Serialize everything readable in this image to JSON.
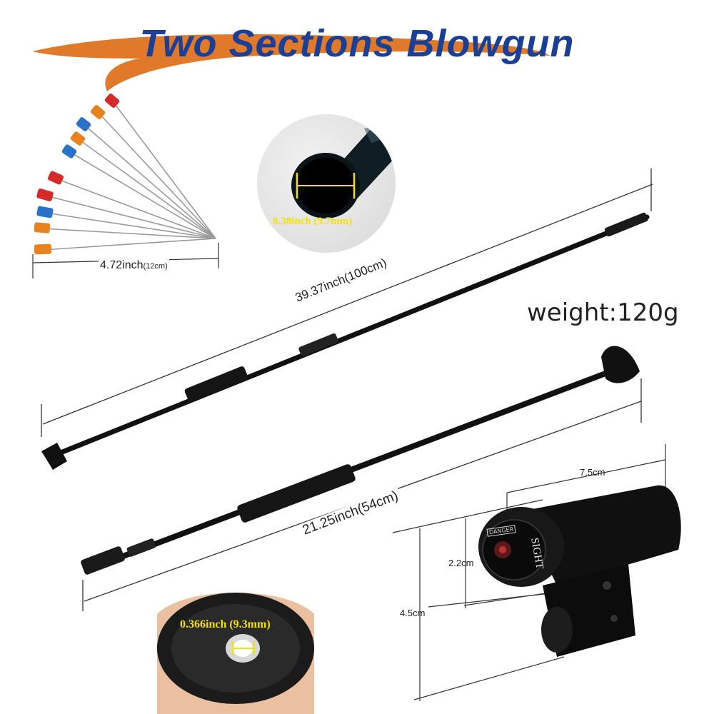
{
  "title": "Two Sections Blowgun",
  "weight": "weight:120g",
  "darts_length": "4.72inch",
  "darts_length_metric": "(12cm)",
  "bore_diameter": "0.38inch (9.7mm)",
  "mouthpiece_diameter": "0.366inch (9.3mm)",
  "long_tube_length": "39.37inch(100cm)",
  "short_tube_length": "21.25inch(54cm)",
  "laser_length": "7.5cm",
  "laser_height_small": "2.2cm",
  "laser_height_large": "4.5cm",
  "laser_label_sight": "SIGHT",
  "laser_label_danger": "DANGER",
  "colors": {
    "title": "#1b3f94",
    "swoosh": "#e07a2a",
    "dart_red": "#d42a2a",
    "dart_orange": "#e8821e",
    "dart_blue": "#2a72c8",
    "caption_yellow": "#f4e200"
  }
}
